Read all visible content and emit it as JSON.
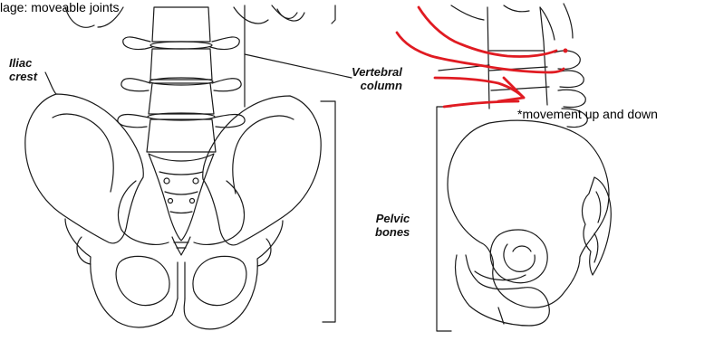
{
  "annotations": {
    "top_note": "lage: moveable joints",
    "movement_note": "*movement up and down"
  },
  "labels": {
    "iliac_line1": "Iliac",
    "iliac_line2": "crest",
    "vertebral_line1": "Vertebral",
    "vertebral_line2": "column",
    "pelvic_line1": "Pelvic",
    "pelvic_line2": "bones"
  },
  "colors": {
    "ink": "#1a1a1a",
    "markup_red": "#e01b22",
    "background": "#ffffff"
  }
}
